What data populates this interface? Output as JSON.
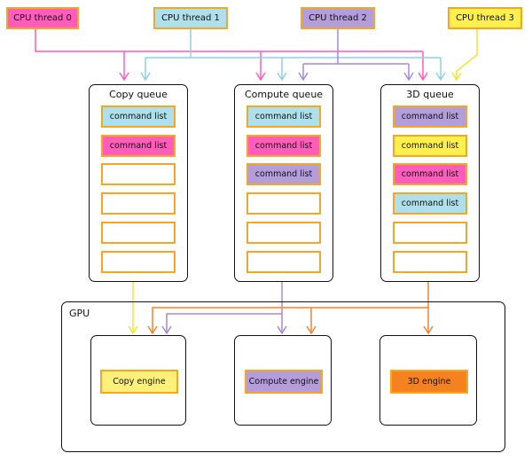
{
  "colors": {
    "thread0": "#ff5cbb",
    "thread1": "#aee0ec",
    "thread2": "#b39ddb",
    "thread3": "#fff04d",
    "empty": "#ffffff",
    "border": "#f5a623",
    "copy_engine": "#fff07a",
    "compute_engine": "#b39ddb",
    "engine_3d": "#f58220"
  },
  "threads": [
    {
      "label": "CPU thread 0",
      "color_key": "thread0"
    },
    {
      "label": "CPU thread 1",
      "color_key": "thread1"
    },
    {
      "label": "CPU thread 2",
      "color_key": "thread2"
    },
    {
      "label": "CPU thread 3",
      "color_key": "thread3"
    }
  ],
  "queues": [
    {
      "title": "Copy queue",
      "slots": [
        {
          "label": "command list",
          "color_key": "thread1"
        },
        {
          "label": "command list",
          "color_key": "thread0"
        },
        {
          "label": "",
          "color_key": "empty"
        },
        {
          "label": "",
          "color_key": "empty"
        },
        {
          "label": "",
          "color_key": "empty"
        },
        {
          "label": "",
          "color_key": "empty"
        }
      ]
    },
    {
      "title": "Compute queue",
      "slots": [
        {
          "label": "command list",
          "color_key": "thread1"
        },
        {
          "label": "command list",
          "color_key": "thread0"
        },
        {
          "label": "command list",
          "color_key": "thread2"
        },
        {
          "label": "",
          "color_key": "empty"
        },
        {
          "label": "",
          "color_key": "empty"
        },
        {
          "label": "",
          "color_key": "empty"
        }
      ]
    },
    {
      "title": "3D queue",
      "slots": [
        {
          "label": "command list",
          "color_key": "thread2"
        },
        {
          "label": "command list",
          "color_key": "thread3"
        },
        {
          "label": "command list",
          "color_key": "thread0"
        },
        {
          "label": "command list",
          "color_key": "thread1"
        },
        {
          "label": "",
          "color_key": "empty"
        },
        {
          "label": "",
          "color_key": "empty"
        }
      ]
    }
  ],
  "gpu": {
    "title": "GPU",
    "engines": [
      {
        "label": "Copy engine",
        "color_key": "copy_engine"
      },
      {
        "label": "Compute engine",
        "color_key": "compute_engine"
      },
      {
        "label": "3D engine",
        "color_key": "engine_3d"
      }
    ]
  }
}
